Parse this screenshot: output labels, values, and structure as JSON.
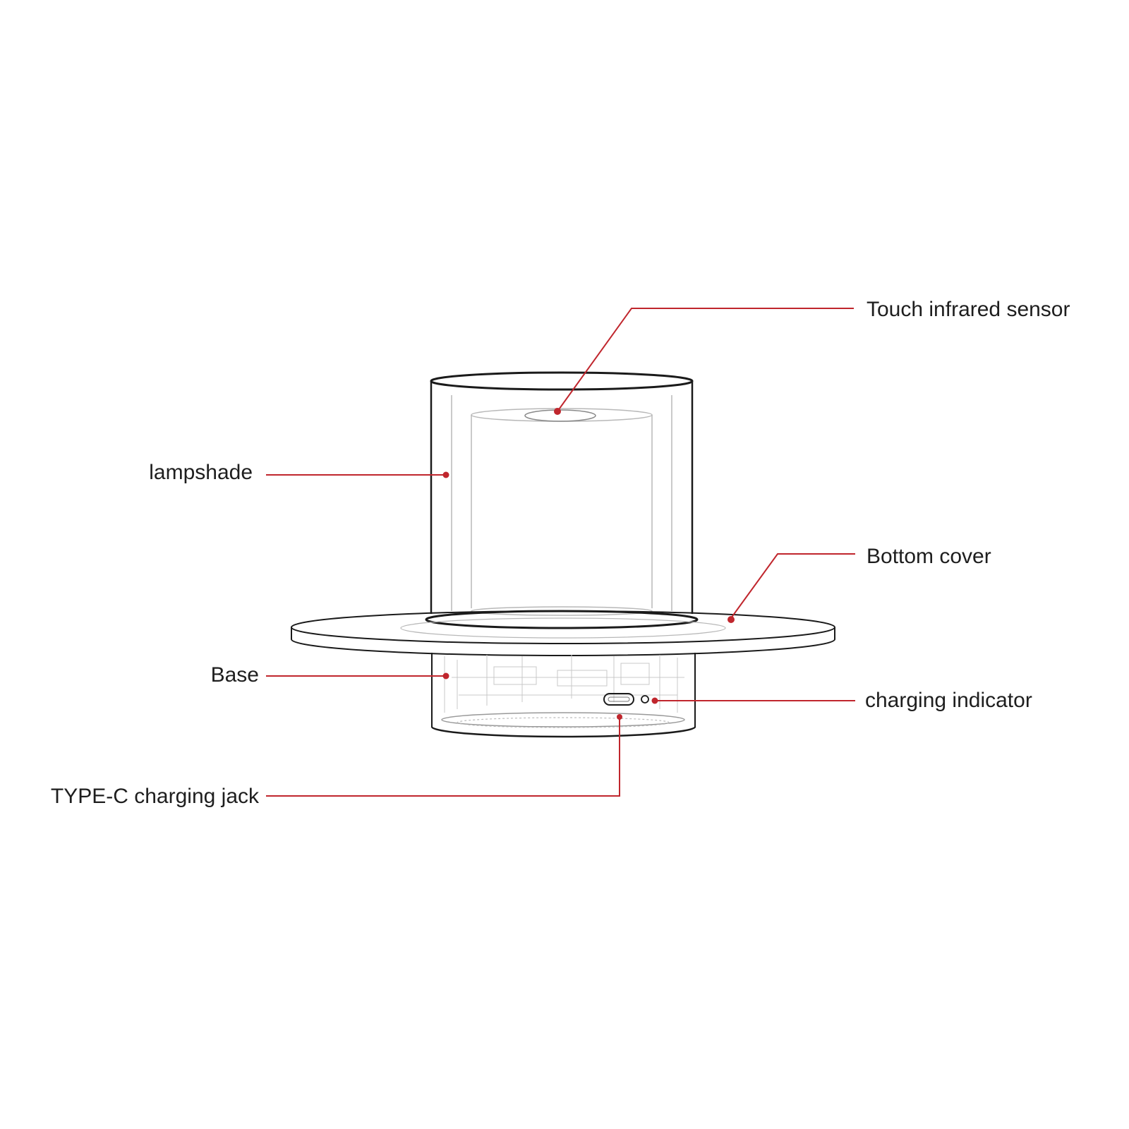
{
  "colors": {
    "leader": "#c0262d",
    "outline": "#1a1a1a",
    "faint": "#b8b8b8",
    "text": "#1e1e1e"
  },
  "labels": {
    "touch_sensor": "Touch infrared sensor",
    "lampshade": "lampshade",
    "bottom_cover": "Bottom cover",
    "base": "Base",
    "charging_indicator": "charging indicator",
    "type_c_jack": "TYPE-C charging jack"
  },
  "icons": {
    "usb_c_port": "usb-c-port-icon",
    "indicator_led": "led-indicator-icon"
  }
}
